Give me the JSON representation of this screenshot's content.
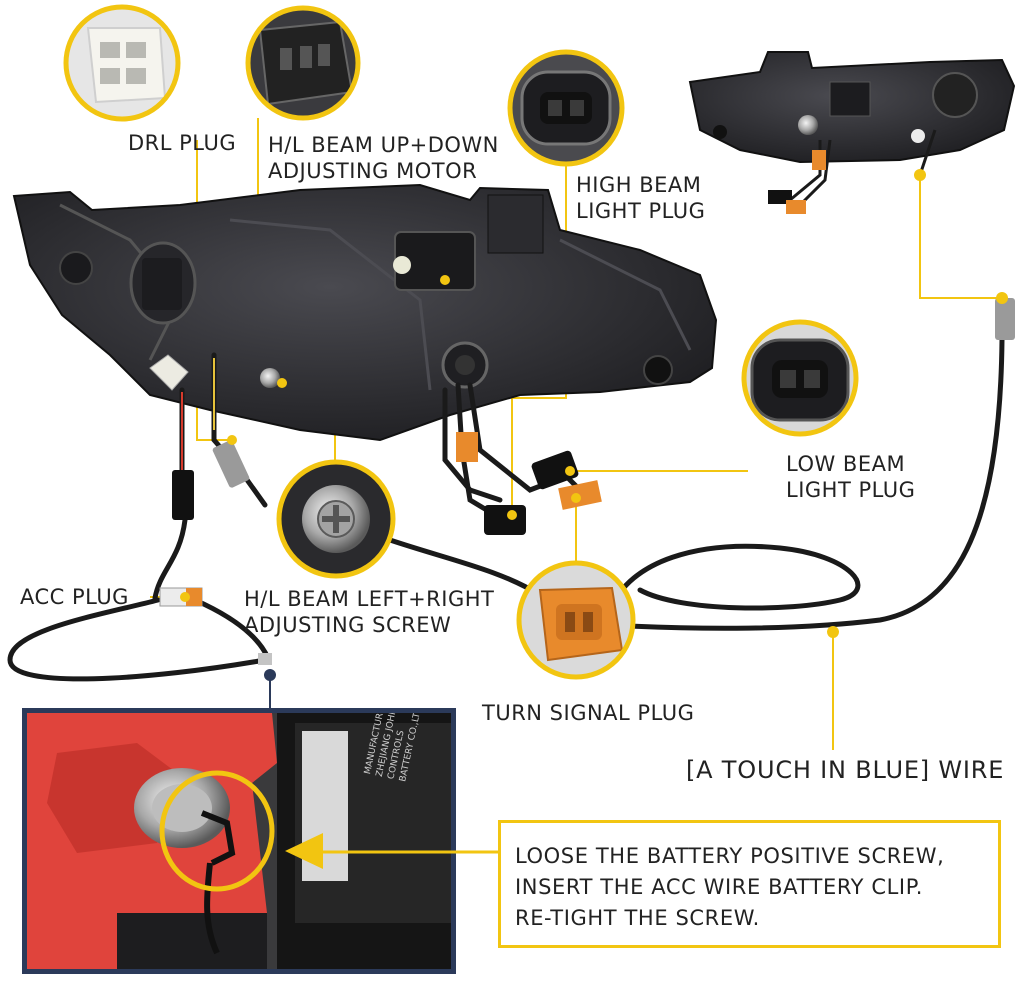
{
  "labels": {
    "drl_plug": "DRL PLUG",
    "hl_motor_line1": "H/L BEAM UP+DOWN",
    "hl_motor_line2": "ADJUSTING MOTOR",
    "high_beam_line1": "HIGH BEAM",
    "high_beam_line2": "LIGHT PLUG",
    "low_beam_line1": "LOW BEAM",
    "low_beam_line2": "LIGHT PLUG",
    "acc_plug": "ACC PLUG",
    "hl_screw_line1": "H/L BEAM LEFT+RIGHT",
    "hl_screw_line2": "ADJUSTING SCREW",
    "turn_signal": "TURN SIGNAL PLUG",
    "blue_wire": "[A TOUCH IN BLUE] WIRE"
  },
  "battery_note": {
    "line1": "LOOSE THE BATTERY POSITIVE SCREW,",
    "line2": "INSERT THE ACC WIRE BATTERY CLIP.",
    "line3": "RE-TIGHT THE SCREW."
  },
  "battery_label": {
    "line1": "MANUFACTURED BY:",
    "line2": "ZHEJIANG JOHNSON CONTROLS",
    "line3": "BATTERY CO.,LTD."
  },
  "colors": {
    "callout": "#f2c511",
    "wire": "#1a1a1a",
    "housing": "#2a2a2d",
    "plug_orange": "#e88a2c",
    "battery_red": "#e0443c",
    "inset_border": "#2b3a5a",
    "inset_marker": "#2b3a5a"
  },
  "icons": {
    "drl_plug": "white-4-pin-connector",
    "hl_motor": "black-3-pin-motor-connector",
    "high_beam": "black-h-plug",
    "low_beam": "black-h-plug",
    "turn_signal": "orange-2-pin-plug",
    "hl_screw": "adjusting-screw",
    "battery_clip": "battery-terminal-clip"
  }
}
